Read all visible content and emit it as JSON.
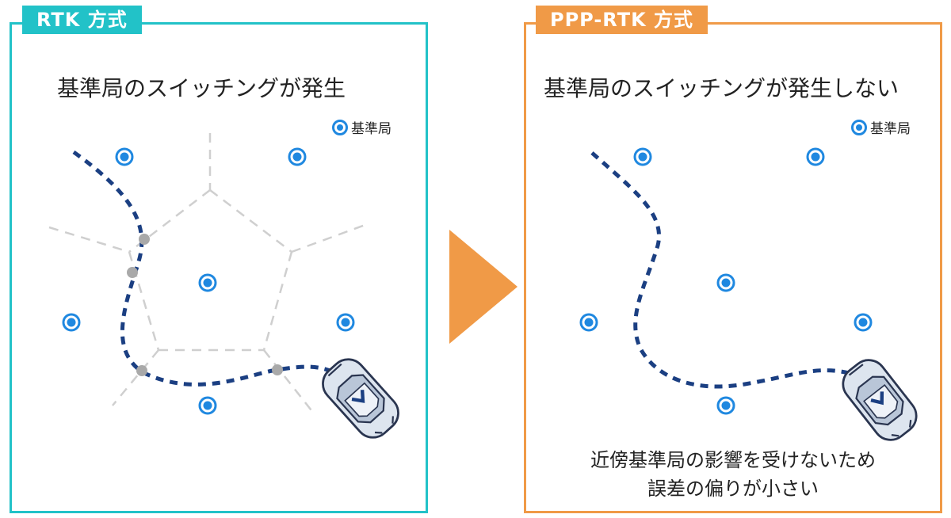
{
  "left_panel": {
    "tag": "RTK 方式",
    "heading": "基準局のスイッチングが発生",
    "legend_label": "基準局"
  },
  "right_panel": {
    "tag": "PPP-RTK 方式",
    "heading": "基準局のスイッチングが発生しない",
    "legend_label": "基準局",
    "caption_line1": "近傍基準局の影響を受けないため",
    "caption_line2": "誤差の偏りが小さい"
  },
  "colors": {
    "rtk_accent": "#22c2c8",
    "ppp_accent": "#f09a47",
    "station": "#1f88e0",
    "route": "#1b3f82",
    "boundary": "#cfcfcf",
    "switch_point": "#a9a9a9",
    "car_body": "#dde5ef"
  },
  "icons": [
    "base-station-icon",
    "car-icon",
    "switch-point-marker",
    "arrow-right-icon"
  ]
}
